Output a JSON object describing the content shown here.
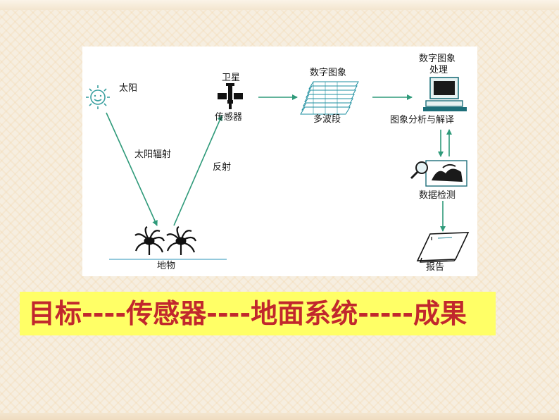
{
  "diagram": {
    "sun_label": "太阳",
    "satellite_label": "卫星",
    "sensor_label": "传感器",
    "digital_image_label": "数字图象",
    "multiband_label": "多波段",
    "processing_label_line1": "数字图象",
    "processing_label_line2": "处理",
    "analysis_label": "图象分析与解译",
    "solar_radiation_label": "太阳辐射",
    "reflection_label": "反射",
    "data_check_label": "数据检测",
    "ground_object_label": "地物",
    "report_label": "报告"
  },
  "banner": {
    "text": "目标----传感器----地面系统-----成果",
    "background_color": "#ffff66",
    "text_color": "#c1272d"
  },
  "colors": {
    "arrow": "#2f9a7a",
    "sun": "#3aa0a0",
    "stack": "#1e8fa0"
  }
}
